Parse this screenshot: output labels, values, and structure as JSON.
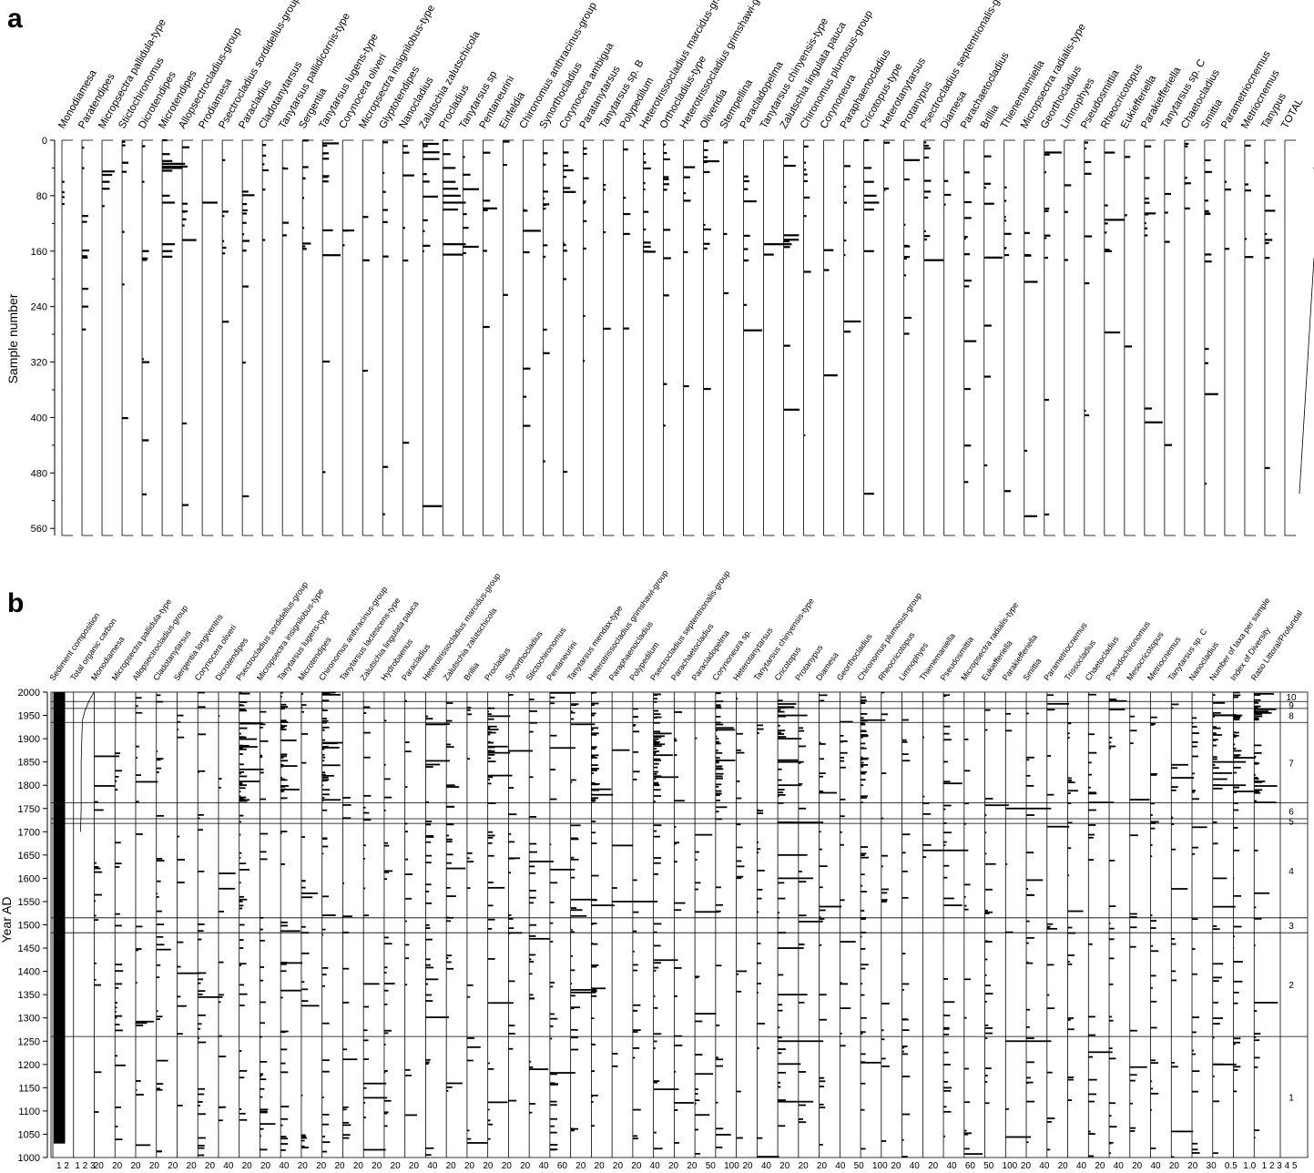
{
  "figure": {
    "panels": [
      "a",
      "b"
    ]
  },
  "chart_data": [
    {
      "type": "bar",
      "panel": "a",
      "orientation": "horizontal-stratigraphic",
      "ylabel": "Sample number",
      "ylim": [
        0,
        565
      ],
      "y_ticks": [
        "0",
        "80",
        "160",
        "240",
        "320",
        "400",
        "480",
        "560"
      ],
      "y_tick_values": [
        0,
        80,
        160,
        240,
        320,
        400,
        480,
        560
      ],
      "taxa": [
        "Monodiamesa",
        "Paratendipes",
        "Micropsectra pallidula-type",
        "Stictochironomus",
        "Dicrotendipes",
        "Microtendipes",
        "Allopsectrocladius-group",
        "Prodiamesa",
        "Psectrocladius sordidellus-group",
        "Paracladius",
        "Cladotanytarsus",
        "Tanytarsus pallidicornis-type",
        "Sergentia",
        "Tanytarsus lugens-type",
        "Corynocera oliveri",
        "Micropsectra insignilobus-type",
        "Glyptotendipes",
        "Nanocladius",
        "Zalutschia zalutschicola",
        "Procladius",
        "Tanytarsus sp",
        "Pentaneurini",
        "Einfeldia",
        "Chironomus anthracinus-group",
        "Synorthocladius",
        "Corynocera ambigua",
        "Paratanytarsus",
        "Tanytarsus sp. B",
        "Polypedilum",
        "Heterotrissocladius marcidus-group",
        "Orthocladius-type",
        "Heterotrissocladius grimshawi-group",
        "Oliveridia",
        "Stempellina",
        "Paracladopelma",
        "Tanytarsus chinyensis-type",
        "Zalutschia lingulata pauca",
        "Chironomus plumosus-group",
        "Corynoneura",
        "Paraphaenocladius",
        "Cricotopus-type",
        "Heterotanytarsus",
        "Protanypus",
        "Psectrocladius septentrionalis-group",
        "Diamesa",
        "Parachaetocladius",
        "Brillia",
        "Thienemanniella",
        "Micropsectra radialis-type",
        "Georthocladius",
        "Limnophyes",
        "Pseudosmittia",
        "Rheocricotopus",
        "Eukiefferiella",
        "Parakiefferiella",
        "Tanytarsus sp. C",
        "Chaetocladius",
        "Smittia",
        "Parametriocnemus",
        "Metriocnemus",
        "Tanypus",
        "TOTAL"
      ],
      "series": [
        {
          "name": "Monodiamesa",
          "values": [
            [
              60,
              1
            ],
            [
              75,
              1
            ],
            [
              82,
              1
            ],
            [
              92,
              1
            ]
          ]
        },
        {
          "name": "Micropsectra pallidula-type",
          "values": [
            [
              45,
              5
            ],
            [
              50,
              4
            ],
            [
              60,
              3
            ],
            [
              70,
              3
            ],
            [
              95,
              1
            ]
          ]
        },
        {
          "name": "Microtendipes",
          "values": [
            [
              0,
              2
            ],
            [
              20,
              3
            ],
            [
              30,
              4
            ],
            [
              34,
              9
            ],
            [
              38,
              10
            ],
            [
              40,
              8
            ],
            [
              44,
              4
            ],
            [
              80,
              3
            ],
            [
              90,
              5
            ],
            [
              150,
              5
            ],
            [
              160,
              4
            ],
            [
              168,
              4
            ]
          ]
        },
        {
          "name": "Prodiamesa",
          "values": [
            [
              90,
              6
            ]
          ]
        },
        {
          "name": "Procladius",
          "values": [
            [
              0,
              2
            ],
            [
              20,
              3
            ],
            [
              40,
              5
            ],
            [
              60,
              5
            ],
            [
              70,
              6
            ],
            [
              80,
              7
            ],
            [
              90,
              9
            ],
            [
              100,
              6
            ],
            [
              150,
              9
            ],
            [
              165,
              8
            ]
          ]
        },
        {
          "name": "Tanytarsus chinyensis-type",
          "values": [
            [
              150,
              12
            ],
            [
              165,
              4
            ]
          ]
        },
        {
          "name": "Cricotopus-type",
          "values": [
            [
              0,
              2
            ],
            [
              40,
              3
            ],
            [
              60,
              4
            ],
            [
              80,
              5
            ],
            [
              90,
              6
            ],
            [
              100,
              4
            ],
            [
              160,
              4
            ],
            [
              510,
              4
            ]
          ]
        },
        {
          "name": "TOTAL",
          "values": [
            [
              0,
              12
            ],
            [
              40,
              10
            ],
            [
              80,
              12
            ],
            [
              150,
              16
            ],
            [
              170,
              10
            ],
            [
              510,
              5
            ]
          ]
        }
      ]
    },
    {
      "type": "bar",
      "panel": "b",
      "orientation": "horizontal-stratigraphic",
      "ylabel": "Year AD",
      "ylim": [
        1000,
        2000
      ],
      "y_ticks": [
        "2000",
        "1950",
        "1900",
        "1850",
        "1800",
        "1750",
        "1700",
        "1650",
        "1600",
        "1550",
        "1500",
        "1450",
        "1400",
        "1350",
        "1300",
        "1250",
        "1200",
        "1150",
        "1100",
        "1050",
        "1000"
      ],
      "y_tick_values": [
        2000,
        1950,
        1900,
        1850,
        1800,
        1750,
        1700,
        1650,
        1600,
        1550,
        1500,
        1450,
        1400,
        1350,
        1300,
        1250,
        1200,
        1150,
        1100,
        1050,
        1000
      ],
      "taxa": [
        "Sediment composition",
        "Total organic carbon",
        "Monodiamesa",
        "Micropsectra pallidula-type",
        "Allopsectrocladius-group",
        "Cladotanytarsus",
        "Sergentia longiventris",
        "Corynocera oliveri",
        "Dicrotendipes",
        "Psectrocladius sordidellus-group",
        "Micropsectra insignilobus-type",
        "Tanytarsus lugens-type",
        "Microtendipes",
        "Chironomus anthracinus-group",
        "Tanytarsus lactescens-type",
        "Zalutschia lingulata pauca",
        "Hydrobaenus",
        "Paracladius",
        "Heterotrissocladius marcidus-group",
        "Zalutschia zalutschicola",
        "Brillia",
        "Procladius",
        "Synorthocladius",
        "Stictochironomus",
        "Pentaneurini",
        "Tanytarsus mendax-type",
        "Heterotrissocladius grimshawi-group",
        "Paraphaenocladius",
        "Polypedilum",
        "Psectrocladius septentrionalis-group",
        "Parachaetocladius",
        "Paracladopelma",
        "Corynoneura sp.",
        "Heterotanytarsus",
        "Tanytarsus chinyensis-type",
        "Cricotopus",
        "Protanypus",
        "Diamesa",
        "Georthocladius",
        "Chironomus plumosus-group",
        "Rheocricotopus",
        "Limnophyes",
        "Thienemaniella",
        "Pseudosmittia",
        "Micropsectra radialis-type",
        "Eukiefferiella",
        "Parakiefferiella",
        "Smittia",
        "Parametriocnemus",
        "Trissocladius",
        "Chaetocladius",
        "Pseudochironomus",
        "Mesocricotopus",
        "Metriocnemus",
        "Tanytarsus sp. C",
        "Nanocladius",
        "Number of taxa per sample",
        "Index of Diversity",
        "Ratio Littoral/Profundal"
      ],
      "x_tick_groups": [
        "1 2",
        "1 2 3",
        "20",
        "20",
        "20",
        "20",
        "20",
        "20",
        "20",
        "40",
        "20",
        "20",
        "40",
        "20",
        "20",
        "20",
        "20",
        "20",
        "20",
        "20",
        "40",
        "20",
        "20",
        "20",
        "20",
        "20",
        "40",
        "60",
        "20",
        "20",
        "20",
        "20",
        "40",
        "20",
        "20",
        "50",
        "100",
        "20",
        "40",
        "20",
        "20",
        "20",
        "40",
        "50",
        "100",
        "20",
        "40",
        "20",
        "40",
        "60",
        "50",
        "100",
        "20",
        "40",
        "20",
        "40",
        "20",
        "40",
        "20",
        "40",
        "20",
        "20",
        "30",
        "0.5",
        "1.0",
        "1 2 3 4 5"
      ],
      "zones": [
        "10",
        "9",
        "8",
        "7",
        "6",
        "5",
        "4",
        "3",
        "2",
        "1"
      ],
      "zone_boundaries": [
        1980,
        1965,
        1935,
        1762,
        1728,
        1718,
        1515,
        1483,
        1260
      ],
      "series": [
        {
          "name": "Sediment composition",
          "values": [
            [
              2000,
              1
            ],
            [
              1030,
              1
            ]
          ]
        },
        {
          "name": "Total organic carbon",
          "values": [
            [
              2000,
              3.2
            ],
            [
              1980,
              2.4
            ],
            [
              1960,
              1.8
            ],
            [
              1940,
              1.4
            ],
            [
              1900,
              1.3
            ],
            [
              1850,
              1.2
            ],
            [
              1800,
              1.2
            ],
            [
              1750,
              1.2
            ],
            [
              1700,
              1.1
            ]
          ]
        },
        {
          "name": "Cricotopus",
          "values": [
            [
              1950,
              25
            ],
            [
              1900,
              20
            ],
            [
              1850,
              22
            ],
            [
              1800,
              20
            ],
            [
              1720,
              40
            ],
            [
              1650,
              25
            ],
            [
              1600,
              30
            ],
            [
              1450,
              22
            ],
            [
              1350,
              25
            ],
            [
              1250,
              45
            ],
            [
              1120,
              30
            ]
          ]
        },
        {
          "name": "Parakiefferiella",
          "values": [
            [
              1750,
              50
            ],
            [
              1250,
              45
            ]
          ]
        },
        {
          "name": "Thienemaniella",
          "values": [
            [
              1660,
              50
            ]
          ]
        },
        {
          "name": "Paraphaenocladius",
          "values": [
            [
              1550,
              50
            ]
          ]
        },
        {
          "name": "Index of Diversity",
          "values": [
            [
              1950,
              1.0
            ],
            [
              1850,
              1.0
            ],
            [
              1800,
              1.0
            ],
            [
              1600,
              0.6
            ],
            [
              1450,
              0.5
            ]
          ]
        },
        {
          "name": "Number of taxa per sample",
          "values": [
            [
              1950,
              25
            ],
            [
              1850,
              28
            ],
            [
              1800,
              28
            ],
            [
              1600,
              12
            ],
            [
              1200,
              20
            ]
          ]
        }
      ]
    }
  ]
}
